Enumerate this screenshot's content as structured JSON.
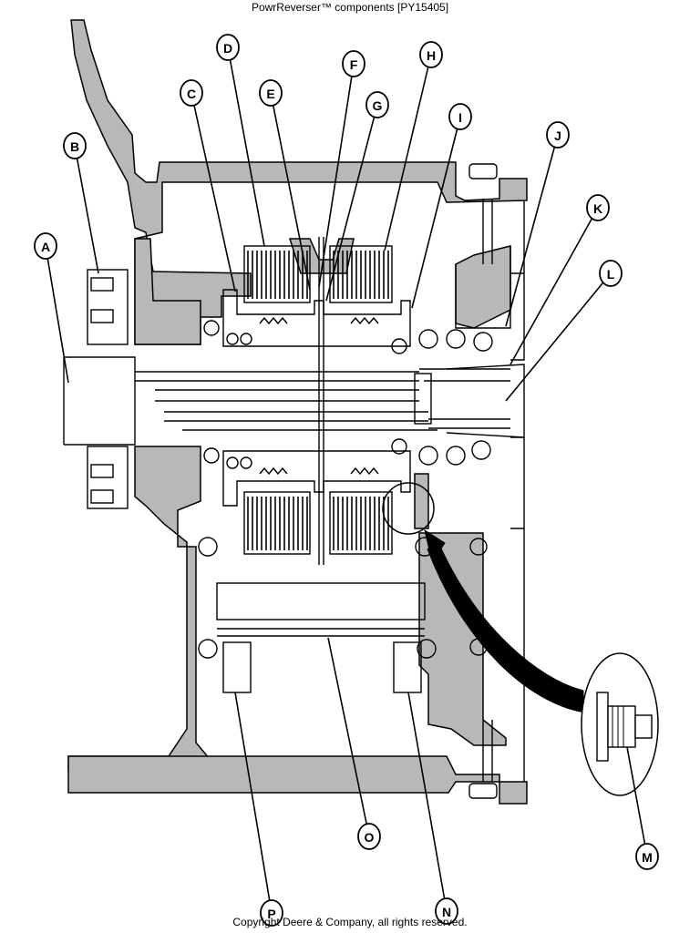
{
  "header": {
    "title": "PowrReverser™ components [PY15405]"
  },
  "footer": {
    "copyright": "Copyright Deere & Company, all rights reserved."
  },
  "callouts": [
    "A",
    "B",
    "C",
    "D",
    "E",
    "F",
    "G",
    "H",
    "I",
    "J",
    "K",
    "L",
    "M",
    "N",
    "O",
    "P"
  ],
  "colors": {
    "housing": "#b8b8b8",
    "line": "#000000",
    "background": "#ffffff"
  }
}
